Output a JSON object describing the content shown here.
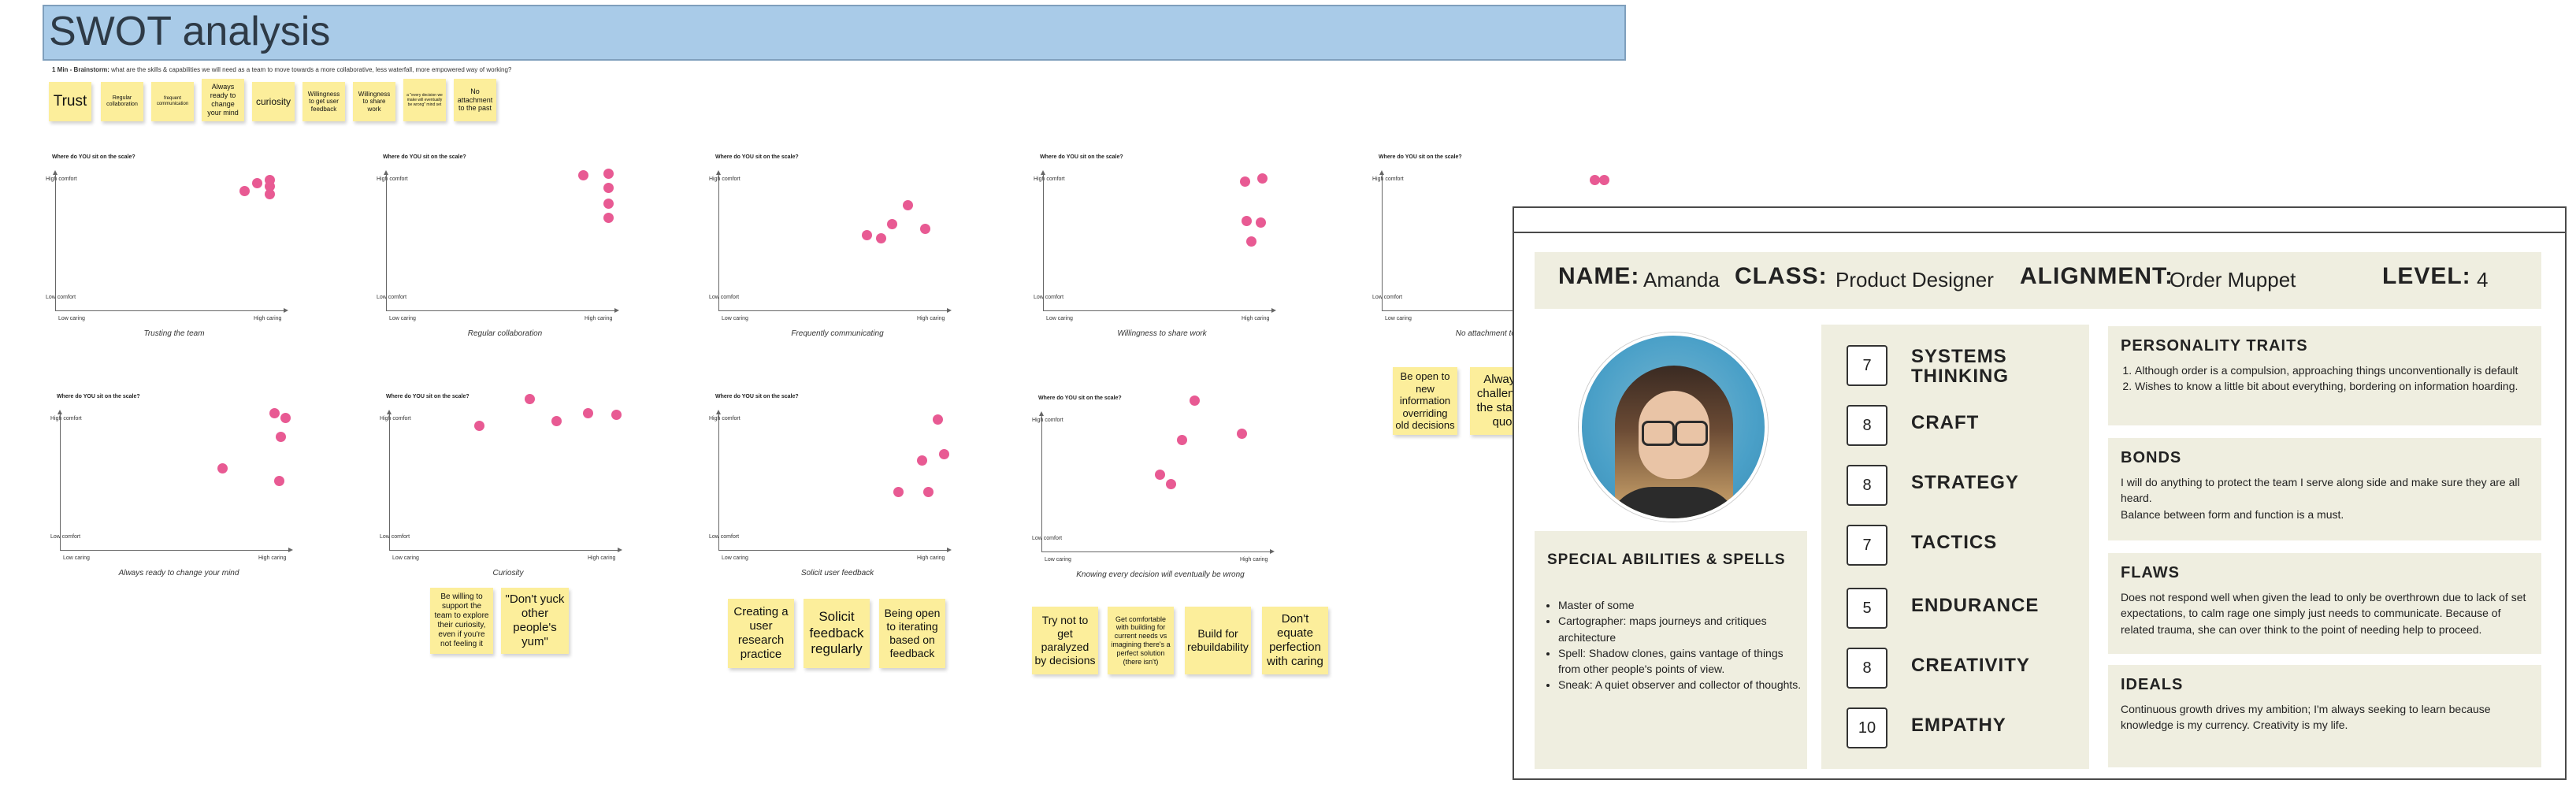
{
  "board": {
    "title": "SWOT analysis",
    "brainstorm_bold": "1 Min - Brainstorm:",
    "brainstorm_text": " what are the skills & capabilities we will need as a team to move towards a more collaborative, less waterfall, more empowered way of working?"
  },
  "top_stickies": [
    "Trust",
    "Regular collaboration",
    "frequent communication",
    "Always ready to change your mind",
    "curiosity",
    "Willingness to get user feedback",
    "Willingness to share work",
    "a \"every decision we make will eventually be wrong\" mind set",
    "No attachment to the past"
  ],
  "plot_labels": {
    "question": "Where do YOU sit on the scale?",
    "high_comfort": "High comfort",
    "low_comfort": "Low comfort",
    "low_caring": "Low caring",
    "high_caring": "High caring"
  },
  "plots": [
    {
      "caption": "Trusting the team"
    },
    {
      "caption": "Regular collaboration"
    },
    {
      "caption": "Frequently communicating"
    },
    {
      "caption": "Willingness to share work"
    },
    {
      "caption": "No attachment to the past"
    },
    {
      "caption": "Always ready to change your mind"
    },
    {
      "caption": "Curiosity"
    },
    {
      "caption": "Solicit user feedback"
    },
    {
      "caption": "Knowing every decision will eventually be wrong"
    }
  ],
  "bottom_stickies": [
    "Be willing to support the team to explore their curiosity, even if you're not feeling it",
    "\"Don't yuck other people's yum\"",
    "Creating a user research practice",
    "Solicit feedback regularly",
    "Being open to iterating based on feedback",
    "Try not to get paralyzed by decisions",
    "Get comfortable with building for current needs vs imagining there's a perfect solution (there isn't)",
    "Build for rebuildability",
    "Don't equate perfection with caring",
    "Be open to new information overriding old decisions",
    "Always challenge the status quo"
  ],
  "sheet": {
    "name_label": "NAME:",
    "name": "Amanda",
    "class_label": "CLASS:",
    "class": "Product Designer",
    "alignment_label": "ALIGNMENT:",
    "alignment": "Order Muppet",
    "level_label": "LEVEL:",
    "level": "4",
    "abilities_title": "SPECIAL ABILITIES & SPELLS",
    "abilities": [
      "Master of some",
      "Cartographer: maps journeys and critiques architecture",
      "Spell: Shadow clones, gains vantage of things from other people's points of view.",
      "Sneak: A quiet observer and collector of thoughts."
    ],
    "stats": [
      {
        "value": "7",
        "label": "SYSTEMS THINKING"
      },
      {
        "value": "8",
        "label": "CRAFT"
      },
      {
        "value": "8",
        "label": "STRATEGY"
      },
      {
        "value": "7",
        "label": "TACTICS"
      },
      {
        "value": "5",
        "label": "ENDURANCE"
      },
      {
        "value": "8",
        "label": "CREATIVITY"
      },
      {
        "value": "10",
        "label": "EMPATHY"
      }
    ],
    "personality_title": "PERSONALITY TRAITS",
    "personality": [
      "Although order is a compulsion, approaching things unconventionally is default",
      "Wishes to know a little bit about everything, bordering on information hoarding."
    ],
    "bonds_title": "BONDS",
    "bonds_1": "I will do anything to protect the team I serve along side and make sure they are all heard.",
    "bonds_2": "Balance between form and function is a must.",
    "flaws_title": "FLAWS",
    "flaws": "Does not respond well when given the lead to only be overthrown due to lack of set expectations, to calm rage one simply just needs to communicate. Because of related trauma, she can over think to the point of needing help to proceed.",
    "ideals_title": "IDEALS",
    "ideals": "Continuous growth drives my ambition; I'm always seeking to learn because knowledge is my currency. Creativity is my life."
  },
  "colors": {
    "sticky": "#fcee9b",
    "dot": "#e85a93",
    "title_bg": "#a9cbe8",
    "panel": "#efeee0"
  }
}
